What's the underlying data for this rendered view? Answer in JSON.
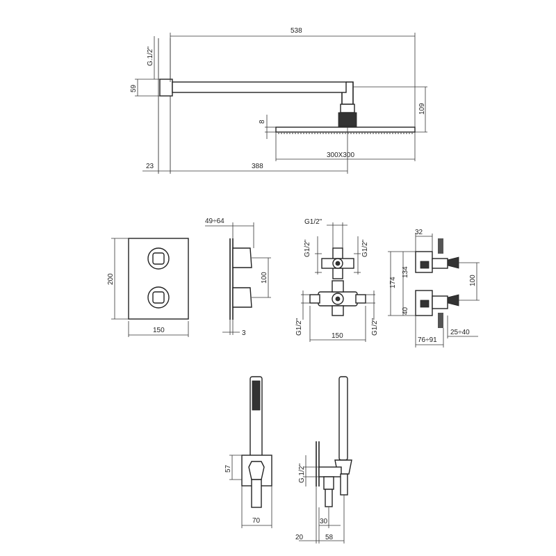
{
  "shower_head": {
    "arm_length": "538",
    "thread_top": "G.1/2\"",
    "flange": "59",
    "drop": "109",
    "head_thickness": "8",
    "head_size": "300X300",
    "wall_offset": "23",
    "arm_projection": "388"
  },
  "thermostat": {
    "height": "200",
    "width": "150",
    "knob_depth": "49÷64",
    "knob_spacing": "100",
    "plate_thickness": "3"
  },
  "mixer_body": {
    "inlet_top": "G1/2\"",
    "outlet_left_top": "G1/2\"",
    "outlet_right_top": "G1/2\"",
    "outlet_left_bottom": "G1/2\"",
    "outlet_right_bottom": "G1/2\"",
    "width": "150"
  },
  "mixer_side": {
    "top_depth": "32",
    "overall_height": "174",
    "inner_height": "134",
    "bottom_height": "40",
    "spacing": "100",
    "adjust_range": "25÷40",
    "embed_range": "76÷91"
  },
  "hand_shower": {
    "holder_height": "57",
    "holder_width": "70",
    "thread": "G.1/2\"",
    "outlet_offset": "30",
    "wall_offset": "20",
    "depth": "58"
  }
}
